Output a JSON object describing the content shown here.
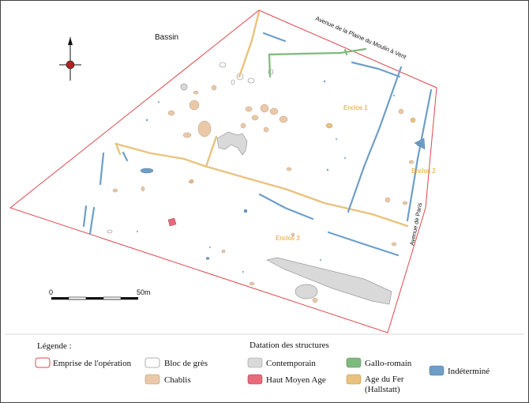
{
  "map": {
    "labels": {
      "bassin": "Bassin",
      "avenue_plaine": "Avenue de la Plaine du Moulin à Vent",
      "avenue_paris": "Avenue de Paris",
      "enclos1": "Enclos 1",
      "enclos2": "Enclos 2",
      "enclos3": "Enclos 3"
    },
    "scale": {
      "start": "0",
      "end": "50m"
    },
    "colors": {
      "emprise": "#e0474c",
      "contemporain": "#d9d9d9",
      "haut_moyen_age": "#e8697a",
      "gallo_romain": "#7fb97f",
      "age_du_fer": "#e9c27e",
      "indetermine": "#6e9ec8",
      "chablis": "#ebc9a8",
      "bloc_de_gres": "#ffffff",
      "enclos_label": "#e8a020"
    }
  },
  "legend": {
    "title": "Légende :",
    "dating_title": "Datation des structures",
    "items": {
      "emprise": "Emprise de l'opération",
      "bloc_de_gres": "Bloc de grès",
      "chablis": "Chablis",
      "contemporain": "Contemporain",
      "haut_moyen_age": "Haut Moyen Age",
      "gallo_romain": "Gallo-romain",
      "age_du_fer_1": "Age du Fer",
      "age_du_fer_2": "(Hallstatt)",
      "indetermine": "Indéterminé"
    }
  }
}
